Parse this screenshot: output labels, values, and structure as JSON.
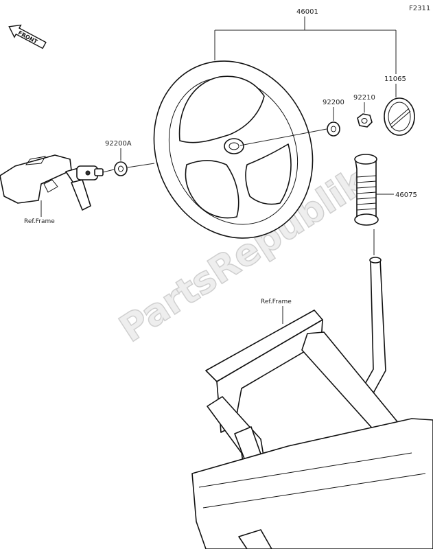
{
  "figure_code": "F2311",
  "front_marker": "FRONT",
  "watermark": "PartsRepublik",
  "callouts": {
    "steering_wheel": "46001",
    "cap": "11065",
    "nut": "92210",
    "washer": "92200",
    "washer_a": "92200A",
    "grip": "46075",
    "ref_frame_left": "Ref.Frame",
    "ref_frame_right": "Ref.Frame"
  }
}
